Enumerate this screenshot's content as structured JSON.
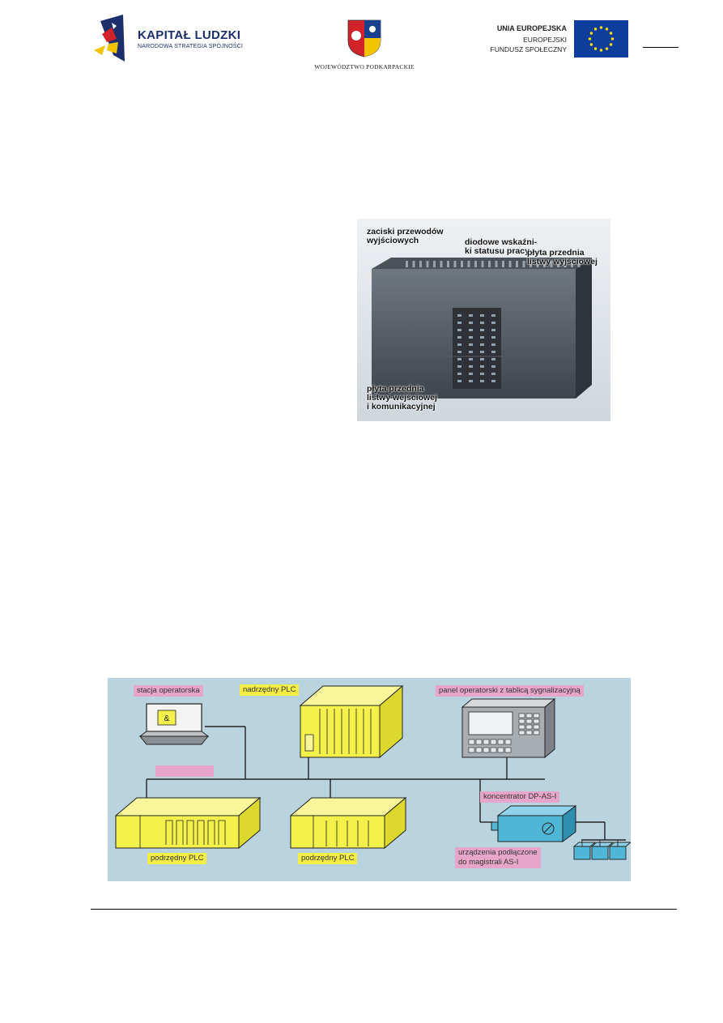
{
  "header": {
    "kapital_title": "KAPITAŁ LUDZKI",
    "kapital_subtitle": "NARODOWA STRATEGIA SPÓJNOŚCI",
    "podkarpackie_caption": "WOJEWÓDZTWO PODKARPACKIE",
    "eu_line1": "UNIA EUROPEJSKA",
    "eu_line2": "EUROPEJSKI",
    "eu_line3": "FUNDUSZ SPOŁECZNY"
  },
  "photo": {
    "label_terminals_l1": "zaciski przewodów",
    "label_terminals_l2": "wyjściowych",
    "label_leds_l1": "diodowe wskaźni-",
    "label_leds_l2": "ki statusu pracy",
    "label_front_out_l1": "płyta przednia",
    "label_front_out_l2": "listwy wyjściowej",
    "label_front_in_l1": "płyta przednia",
    "label_front_in_l2": "listwy wejściowej",
    "label_front_in_l3": "i komunikacyjnej"
  },
  "diagram": {
    "operator_station": "stacja operatorska",
    "master_plc": "nadrzędny PLC",
    "operator_panel": "panel operatorski z tablicą sygnalizacyjną",
    "concentrator": "koncentrator DP-AS-I",
    "slave_plc_1": "podrzędny PLC",
    "slave_plc_2": "podrzędny PLC",
    "devices_l1": "urządzenia podłączone",
    "devices_l2": "do magistrali AS-I",
    "terminal_symbol": "&"
  },
  "colors": {
    "eu_blue": "#0e3e9c",
    "eu_star": "#ffdd00",
    "plc_yellow": "#f4f14a",
    "diagram_bg": "#b9d3df",
    "tag_pink": "#e7a6c9",
    "device_cyan": "#4fb6d6"
  }
}
